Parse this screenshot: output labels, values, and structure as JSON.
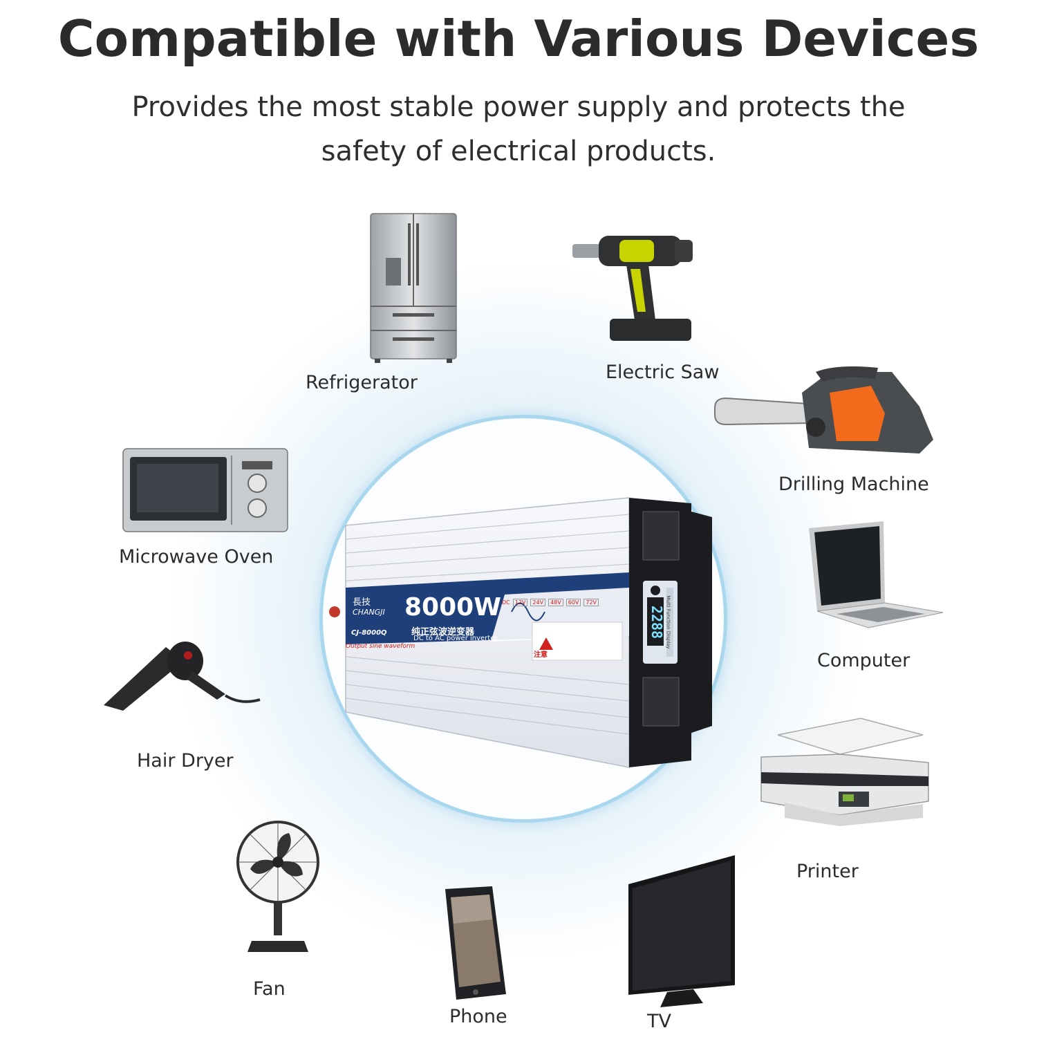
{
  "header": {
    "title": "Compatible with Various Devices",
    "subtitle_line1": "Provides the most stable power supply and protects the",
    "subtitle_line2": "safety of electrical products."
  },
  "devices": [
    {
      "label": "Refrigerator",
      "icon": "refrigerator-icon"
    },
    {
      "label": "Electric Saw",
      "icon": "cordless-drill-icon"
    },
    {
      "label": "Drilling Machine",
      "icon": "chainsaw-icon"
    },
    {
      "label": "Microwave Oven",
      "icon": "microwave-icon"
    },
    {
      "label": "Computer",
      "icon": "laptop-icon"
    },
    {
      "label": "Hair Dryer",
      "icon": "hair-dryer-icon"
    },
    {
      "label": "Printer",
      "icon": "printer-icon"
    },
    {
      "label": "Fan",
      "icon": "fan-icon"
    },
    {
      "label": "Phone",
      "icon": "smartphone-icon"
    },
    {
      "label": "TV",
      "icon": "tv-icon"
    }
  ],
  "product": {
    "brand_cn": "長技",
    "brand_en": "CHANGJI",
    "power": "8000W",
    "name_cn": "纯正弦波逆变器",
    "model": "CJ-8000Q",
    "output_line": "Output sine waveform",
    "subtitle": "DC to AC  power inverter",
    "dc_label": "DC",
    "voltages": [
      "12V",
      "24V",
      "48V",
      "60V",
      "72V"
    ],
    "warning_cn": "注意",
    "display_value": "2288",
    "display_caption": "Multi Function Display",
    "colors": {
      "navy": "#1f3f7a",
      "accent_red": "#d02020",
      "body": "#eef0f5"
    }
  }
}
